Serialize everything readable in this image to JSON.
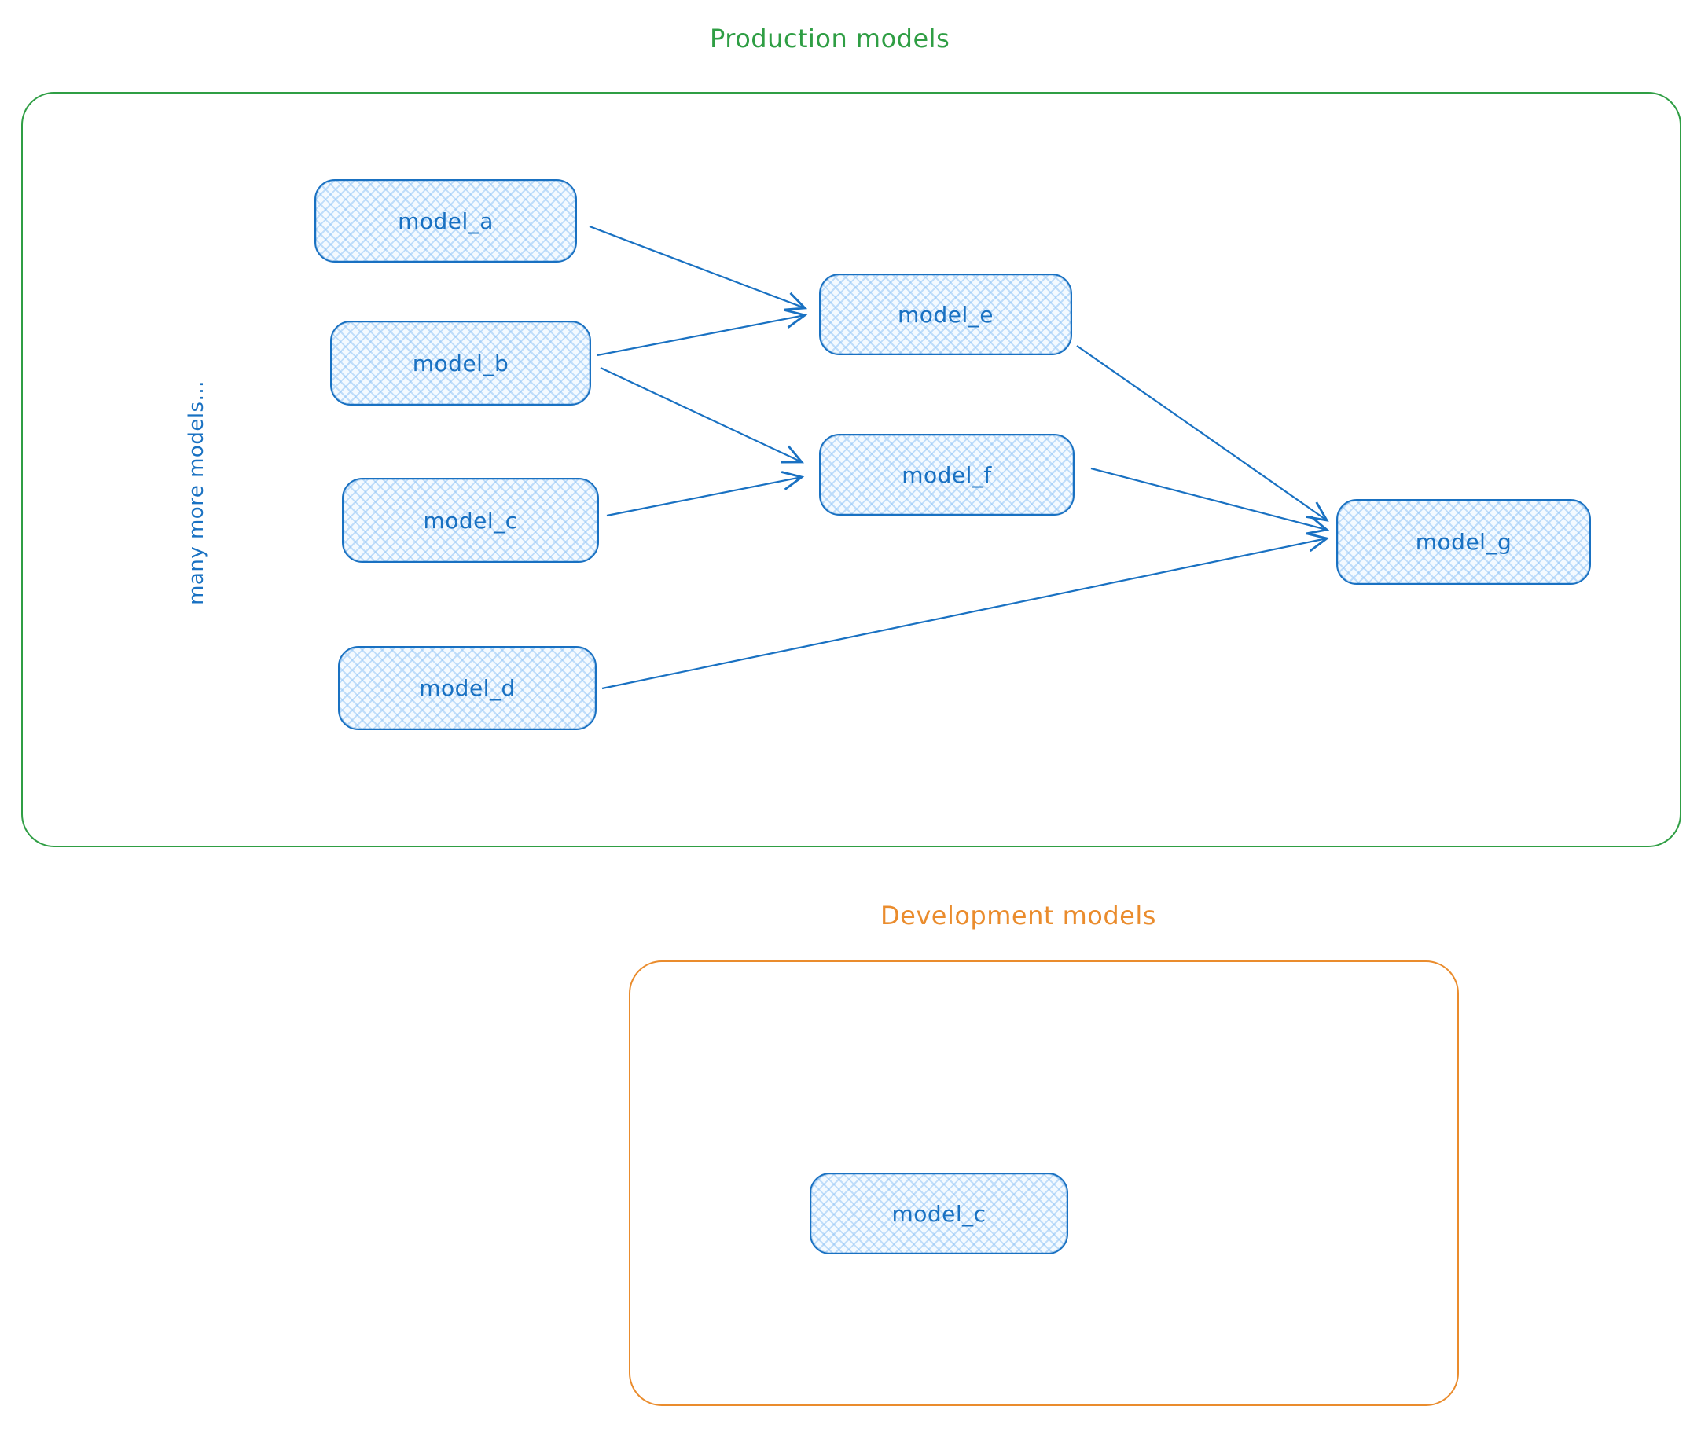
{
  "production": {
    "title": "Production models",
    "accent_color": "#2f9e44",
    "side_label": "many more models...",
    "nodes": [
      {
        "id": "model_a",
        "label": "model_a"
      },
      {
        "id": "model_b",
        "label": "model_b"
      },
      {
        "id": "model_c",
        "label": "model_c"
      },
      {
        "id": "model_d",
        "label": "model_d"
      },
      {
        "id": "model_e",
        "label": "model_e"
      },
      {
        "id": "model_f",
        "label": "model_f"
      },
      {
        "id": "model_g",
        "label": "model_g"
      }
    ],
    "edges": [
      {
        "from": "model_a",
        "to": "model_e"
      },
      {
        "from": "model_b",
        "to": "model_e"
      },
      {
        "from": "model_b",
        "to": "model_f"
      },
      {
        "from": "model_c",
        "to": "model_f"
      },
      {
        "from": "model_e",
        "to": "model_g"
      },
      {
        "from": "model_f",
        "to": "model_g"
      },
      {
        "from": "model_d",
        "to": "model_g"
      }
    ]
  },
  "development": {
    "title": "Development models",
    "accent_color": "#ea8c2d",
    "nodes": [
      {
        "id": "model_c_dev",
        "label": "model_c"
      }
    ]
  },
  "node_style": {
    "stroke": "#1971c2",
    "fill": "#d8ecfc",
    "text_color": "#1971c2",
    "fill_pattern": "cross-hatch"
  }
}
